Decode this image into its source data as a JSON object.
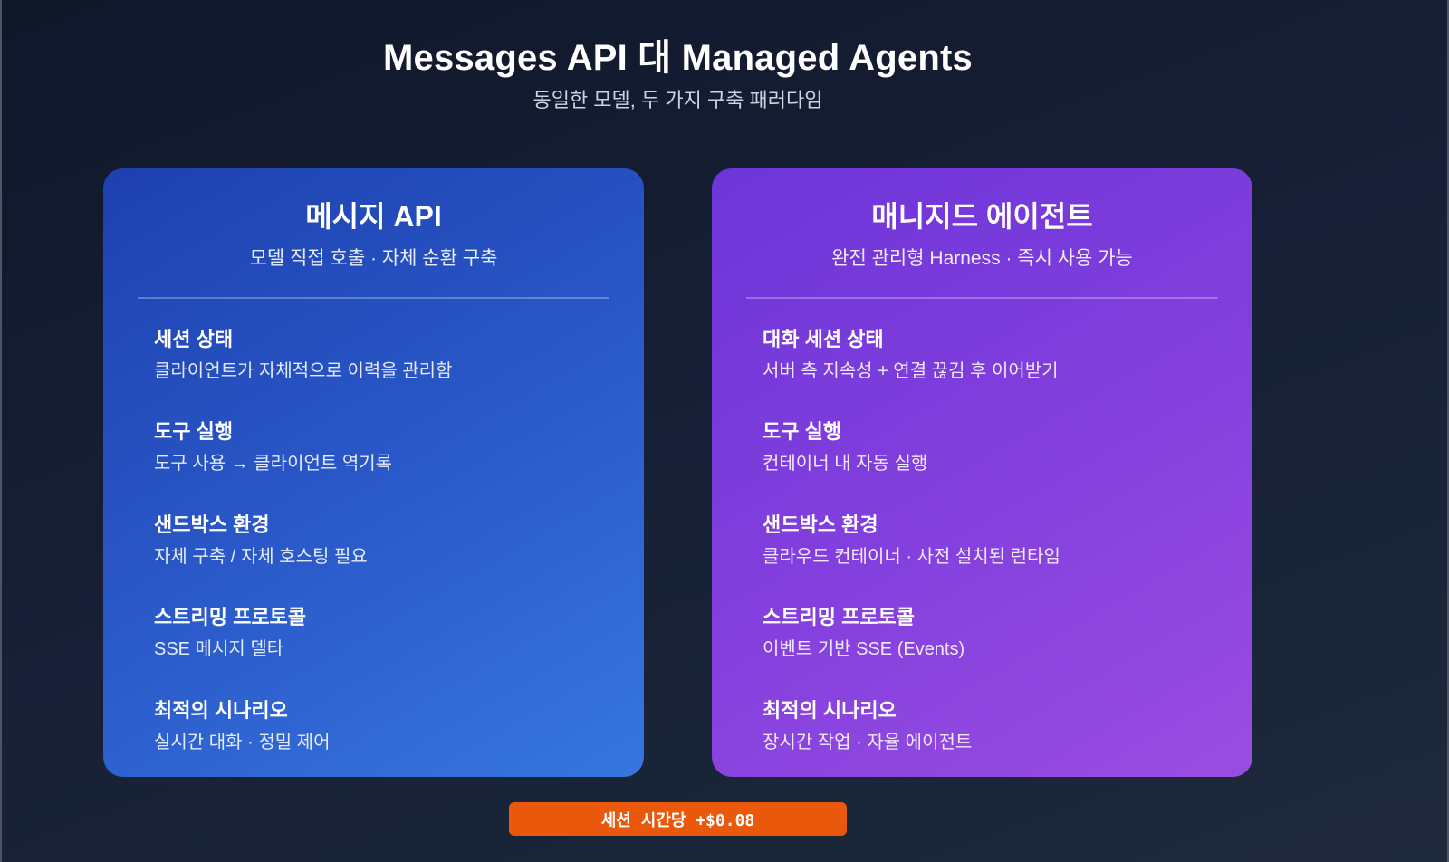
{
  "header": {
    "title": "Messages API 대 Managed Agents",
    "subtitle": "동일한 모델, 두 가지 구축 패러다임"
  },
  "cards": [
    {
      "title": "메시지 API",
      "subtitle": "모델 직접 호출 · 자체 순환 구축",
      "color_start": "#1e40af",
      "color_end": "#3676df",
      "items": [
        {
          "heading": "세션 상태",
          "desc": "클라이언트가 자체적으로 이력을 관리함"
        },
        {
          "heading": "도구 실행",
          "desc": "도구 사용 → 클라이언트 역기록"
        },
        {
          "heading": "샌드박스 환경",
          "desc": "자체 구축 / 자체 호스팅 필요"
        },
        {
          "heading": "스트리밍 프로토콜",
          "desc": "SSE 메시지 델타"
        },
        {
          "heading": "최적의 시나리오",
          "desc": "실시간 대화 · 정밀 제어"
        }
      ]
    },
    {
      "title": "매니지드 에이전트",
      "subtitle": "완전 관리형 Harness · 즉시 사용 가능",
      "color_start": "#6d35d9",
      "color_end": "#9a4de2",
      "items": [
        {
          "heading": "대화 세션 상태",
          "desc": "서버 측 지속성 + 연결 끊김 후 이어받기"
        },
        {
          "heading": "도구 실행",
          "desc": "컨테이너 내 자동 실행"
        },
        {
          "heading": "샌드박스 환경",
          "desc": "클라우드 컨테이너 · 사전 설치된 런타임"
        },
        {
          "heading": "스트리밍 프로토콜",
          "desc": "이벤트 기반 SSE (Events)"
        },
        {
          "heading": "최적의 시나리오",
          "desc": "장시간 작업 · 자율 에이전트"
        }
      ]
    }
  ],
  "badge": {
    "label": "세션 시간당 +$0.08",
    "color": "#ea580c"
  }
}
